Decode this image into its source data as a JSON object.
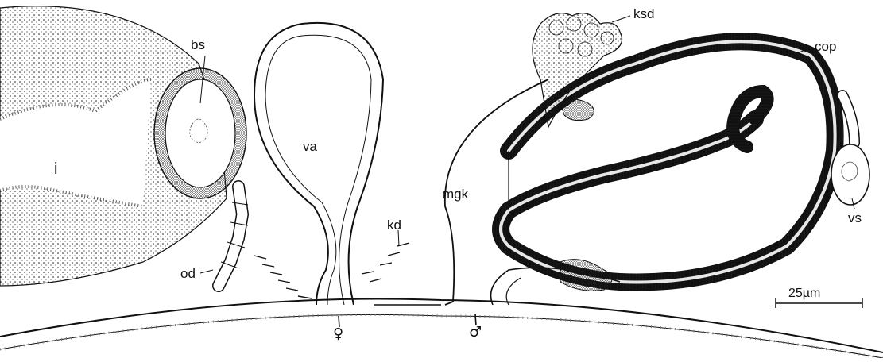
{
  "labels": {
    "bs": "bs",
    "i": "i",
    "od": "od",
    "va": "va",
    "kd": "kd",
    "mgk": "mgk",
    "ksd": "ksd",
    "cop": "cop",
    "vs": "vs"
  },
  "scale_bar": {
    "text": "25µm"
  },
  "gonopores": {
    "female_symbol": "♀",
    "male_symbol": "♂"
  },
  "colors": {
    "ink": "#111111",
    "stipple": "#1a1a1a",
    "paper": "#ffffff"
  }
}
